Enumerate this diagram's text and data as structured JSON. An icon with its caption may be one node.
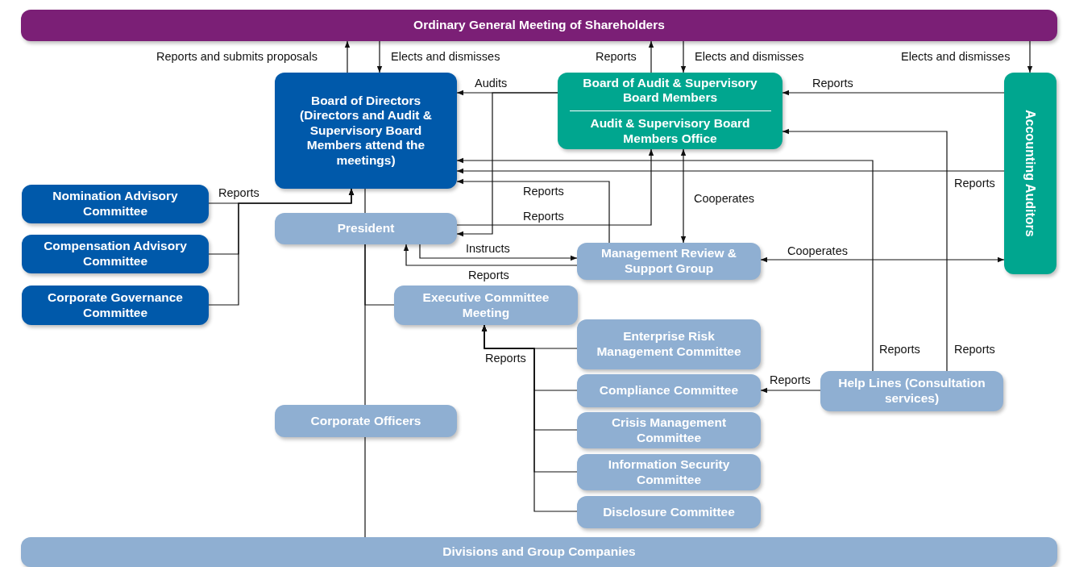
{
  "diagram": {
    "nodes": [
      {
        "text": [
          "Ordinary General Meeting of Shareholders"
        ]
      },
      {
        "text": [
          "Board of Directors",
          "(Directors and Audit & Supervisory Board Members attend the meetings)"
        ]
      },
      {
        "text": [
          "Board of Audit & Supervisory Board Members",
          "Audit & Supervisory Board Members Office"
        ]
      },
      {
        "text": [
          "Accounting Auditors"
        ]
      },
      {
        "text": [
          "Nomination Advisory Committee"
        ]
      },
      {
        "text": [
          "Compensation Advisory Committee"
        ]
      },
      {
        "text": [
          "Corporate Governance Committee"
        ]
      },
      {
        "text": [
          "President"
        ]
      },
      {
        "text": [
          "Management Review & Support Group"
        ]
      },
      {
        "text": [
          "Executive Committee Meeting"
        ]
      },
      {
        "text": [
          "Enterprise Risk Management Committee"
        ]
      },
      {
        "text": [
          "Compliance Committee"
        ]
      },
      {
        "text": [
          "Help Lines (Consultation services)"
        ]
      },
      {
        "text": [
          "Corporate Officers"
        ]
      },
      {
        "text": [
          "Crisis Management Committee"
        ]
      },
      {
        "text": [
          "Information Security Committee"
        ]
      },
      {
        "text": [
          "Disclosure Committee"
        ]
      },
      {
        "text": [
          "Divisions and Group Companies"
        ]
      }
    ],
    "edges": [
      {
        "from": 1,
        "to": 0,
        "arrow": "to",
        "label": "Reports and submits proposals"
      },
      {
        "from": 0,
        "to": 1,
        "arrow": "to",
        "label": "Elects and dismisses"
      },
      {
        "from": 2,
        "to": 0,
        "arrow": "to",
        "label": "Reports"
      },
      {
        "from": 0,
        "to": 2,
        "arrow": "to",
        "label": "Elects and dismisses"
      },
      {
        "from": 0,
        "to": 3,
        "arrow": "to",
        "label": "Elects and dismisses"
      },
      {
        "from": 2,
        "to": 1,
        "arrow": "to",
        "label": "Audits"
      },
      {
        "from": 2,
        "to": 7,
        "arrow": "to"
      },
      {
        "from": 3,
        "to": 2,
        "arrow": "to",
        "label": "Reports"
      },
      {
        "from": 3,
        "to": 1,
        "arrow": "to",
        "label": "Reports"
      },
      {
        "from": 12,
        "to": 2,
        "arrow": "to",
        "label": "Reports"
      },
      {
        "from": 12,
        "to": 1,
        "arrow": "to",
        "label": "Reports"
      },
      {
        "from": 8,
        "to": 1,
        "arrow": "to",
        "label": "Reports"
      },
      {
        "from": 7,
        "to": 2,
        "arrow": "to",
        "label": "Reports"
      },
      {
        "from": 2,
        "to": 8,
        "arrow": "both",
        "label": "Cooperates"
      },
      {
        "from": 8,
        "to": 3,
        "arrow": "both",
        "label": "Cooperates"
      },
      {
        "from": 7,
        "to": 8,
        "arrow": "to",
        "label": "Instructs"
      },
      {
        "from": 8,
        "to": 7,
        "arrow": "to",
        "label": "Reports"
      },
      {
        "from": 4,
        "to": 1,
        "arrow": "to",
        "label": "Reports"
      },
      {
        "from": 5,
        "to": 1,
        "arrow": "to"
      },
      {
        "from": 6,
        "to": 1,
        "arrow": "to"
      },
      {
        "from": 1,
        "to": 7,
        "arrow": "none"
      },
      {
        "from": 7,
        "to": 9,
        "arrow": "none"
      },
      {
        "from": 7,
        "to": 13,
        "arrow": "none"
      },
      {
        "from": 13,
        "to": 17,
        "arrow": "none"
      },
      {
        "from": 10,
        "to": 9,
        "arrow": "to",
        "label": "Reports"
      },
      {
        "from": 11,
        "to": 9,
        "arrow": "to"
      },
      {
        "from": 14,
        "to": 9,
        "arrow": "to"
      },
      {
        "from": 15,
        "to": 9,
        "arrow": "to"
      },
      {
        "from": 16,
        "to": 9,
        "arrow": "to"
      },
      {
        "from": 12,
        "to": 11,
        "arrow": "to",
        "label": "Reports"
      }
    ]
  }
}
